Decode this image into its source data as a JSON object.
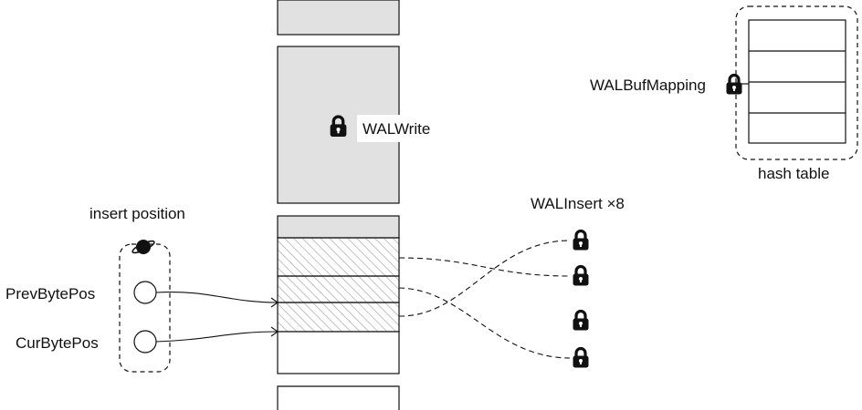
{
  "labels": {
    "wal_write": "WALWrite",
    "wal_buf_mapping": "WALBufMapping",
    "hash_table": "hash table",
    "wal_insert": "WALInsert ×8",
    "insert_position": "insert position",
    "prev_byte_pos": "PrevBytePos",
    "cur_byte_pos": "CurBytePos"
  },
  "icons": {
    "lock": "lock-icon",
    "spinlock": "spinlock-icon"
  },
  "colors": {
    "buffer_fill": "#e1e1e1",
    "stroke": "#111111",
    "hatch": "#9a9a9a"
  },
  "counts": {
    "wal_insert_locks_shown": 4,
    "hash_table_rows": 4
  }
}
